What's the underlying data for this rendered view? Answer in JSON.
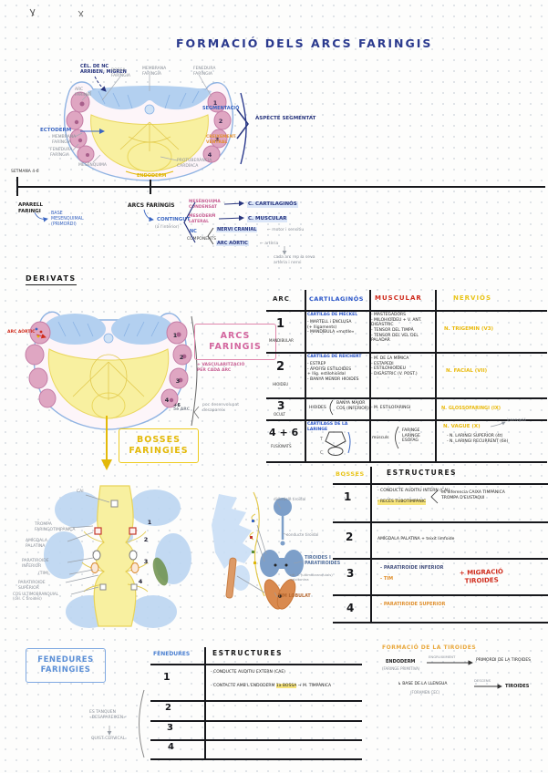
{
  "page": {
    "title": "FORMACIÓ DELS ARCS FARINGIS"
  },
  "colors": {
    "ink_navy": "#28357e",
    "blue": "#3a66c2",
    "pink": "#e087ac",
    "red": "#cf2a1b",
    "yellow": "#dfb70a",
    "orange": "#e0902f",
    "gray": "#878d96",
    "green": "#6c8f4a"
  },
  "top_diagram": {
    "labels": {
      "nc_cells": "CÈL. DE NC\nARRIBEN, MIGREN",
      "bossa": "BOSSA\nFARÍNGIA",
      "membrana_top": "MEMBRANA\nFARÍNGIA",
      "fenedura_top": "FENEDURA\nFARÍNGIA",
      "arc": "ARC\nFARINGI",
      "ectoderm": "ECTODERM",
      "membrana_left": "MEMBRANA\nFARÍNGIA",
      "fenedura_left": "FENEDURA\nFARÍNGIA",
      "mesenquima": "MESÈNQUIMA",
      "protuberancia": "PROTUBERÀNCIA\nCARDÍACA",
      "endoderm": "ENDODERM",
      "setmana": "SETMANA 4-6",
      "segmentacio": "SEGMENTACIÓ",
      "creixement": "CREIXEMENT\nVENTRAL",
      "aspecte": "ASPECTE SEGMENTAT"
    },
    "numbers": [
      "1",
      "2",
      "3",
      "4"
    ]
  },
  "timeline": {
    "left_label": "APARELL\nFARINGI",
    "left_sub": "BASE\nMESENQUIMAL\n(PRIMORDI)",
    "mid_label": "ARCS FARINGIS",
    "mid_sub": "CONTINGUT",
    "mid_sub_note": "(a l'interior)",
    "branch1_src": "MESÈNQUIMA\nCONDENSAT",
    "branch1_dst": "C. CARTILAGINÓS",
    "branch2_src": "MESODERM\nLATERAL",
    "branch2_dst": "C. MUSCULAR",
    "branch3": "NC",
    "branch4": "COMPONENTS",
    "comp1": "NERVI CRANIAL",
    "comp1_note": "← motor i sensitiu",
    "comp2": "ARC AÒRTIC",
    "comp2_note": "← artèria",
    "foot_note": "cada arc rep la seva\nartèria i nervi"
  },
  "derivats": {
    "heading": "DERIVATS"
  },
  "arcs_section": {
    "aorta_label": "ARC AÒRTIC",
    "box_title": "ARCS\nFARINGIS",
    "box_note": "+ VASCULARITZACIÓ\nPER CADA ARC",
    "arc5_head": "5è ARC",
    "arc5_items": "poc desenvolupat\ndesapareix",
    "numbers": [
      "1",
      "2",
      "3",
      "4",
      "+6"
    ],
    "bosses_box": "BOSSES\nFARINGIES"
  },
  "arcs_table": {
    "headers": [
      "ARC",
      "CARTILAGINÓS",
      "MUSCULAR",
      "NERVIÓS"
    ],
    "rows": [
      {
        "num": "1",
        "name": "MANDIBULAR",
        "cart_head": "CARTÍLAG DE MECKEL",
        "cart": "- MARTELL i ENCLUSA\n(+ lligaments)\n- MANDÍBULA «motlle»",
        "musc": "- MASTEGADORS\n- MILOHIOÏDEU + V. ANT. DIGÀSTRIC\n- TENSOR DEL TIMPÀ\n- TENSOR DEL VEL DEL PALADAR",
        "nerv": "N. TRIGEMIN (V3)"
      },
      {
        "num": "2",
        "name": "HIOIDEU",
        "cart_head": "CARTÍLAG DE REICHERT",
        "cart": "- ESTREP\n- APÒFISI ESTILOIDES\n+ llig. estilohioïdal\n- BANYA MENOR HIOIDES",
        "musc": "- M. DE LA MÍMICA\n- ESTAPEDI\n- ESTILOHIOÏDEU\n- DIGÀSTRIC (V. POST.)",
        "nerv": "N. FACIAL (VII)"
      },
      {
        "num": "3",
        "name": "OCULT",
        "cart_lead": "HIOIDES",
        "cart_brace": "BANYA MAJOR\nCOS (INFERIOR)",
        "musc": "- M. ESTILOFARINGI",
        "nerv": "N. GLOSSOFARINGI (IX)"
      },
      {
        "num": "4 + 6",
        "name": "FUSIONATS",
        "cart_head": "CARTÍLAGS DE LA LARINGE",
        "larynx_t": "T",
        "larynx_c": "C",
        "musc_lead": "músculs",
        "musc_brace": "FARINGE\nLARINGE\nESÒFAG",
        "nerv": "N. VAGUE (X)",
        "nerv_items": "- N. LARINGI SUPERIOR (4t)\n- N. LARINGI RECURRENT (6è)",
        "nerv_note": "innervació"
      }
    ]
  },
  "bosses_table": {
    "headers": [
      "BOSSES",
      "ESTRUCTURES"
    ],
    "numbers": [
      "1",
      "2",
      "3",
      "4"
    ],
    "row1_item1": "- CONDUCTE AUDITIU INTERN (CAI)",
    "row1_item2": "- RECÉS TUBOTIMPÀNIC",
    "row1_brace": "es diferencia CAIXA TIMPÀNICA\nTROMPA D'EUSTAQUI",
    "row2_item": "AMÍGDALA PALATINA + teixit limfoide",
    "row3_item1": "- PARATIROIDE INFERIOR",
    "row3_item2": "- TIM",
    "row3_note": "+ MIGRACIÓ\nTIROIDES",
    "row4_item": "- PARATIROIDE SUPERIOR"
  },
  "pouch_diagram": {
    "labels": {
      "cai": "CAI",
      "trompa": "TROMPA\nFARINGOTIMPÀNICA",
      "amigdala": "AMÍGDALA\nPALATINA",
      "parat_inf": "PARATIROIDE\nINFERIOR",
      "tim": "(TIM)",
      "parat_sup": "PARATIROIDE\nSUPERIOR",
      "cos": "COS ULTIMOBRANQUIAL\n(cèl. C tiroides)"
    },
    "numbers": [
      "1",
      "2",
      "3",
      "4"
    ]
  },
  "thyroid_diagram": {
    "labels": {
      "diverticle": "diverticle tiroïdal",
      "conducte": "conducte tiroïdal",
      "tiroides": "TIROIDES I\nPARATIROIDES",
      "cel_c": "cèl. C (ultimobranquials)\ncalcitonina",
      "tim": "TIM LOBULAT"
    }
  },
  "fenedures": {
    "box": "FENEDURES\nFARINGIES",
    "headers": [
      "FENEDURES",
      "ESTRUCTURES"
    ],
    "numbers": [
      "1",
      "2",
      "3",
      "4"
    ],
    "row1_item1": "- CONDUCTE AUDITIU EXTERN (CAE)",
    "row1_item2_pre": "- CONTACTE AMB L'ENDODERM ",
    "row1_item2_hl": "1a BOSSA",
    "row1_item2_post": " → M. TIMPÀNICA",
    "side_note": "ES TANQUEN\n«DESAPAREIXEN»",
    "side_result": "QUIST CERVICAL"
  },
  "tiroides_flow": {
    "heading": "FORMACIÓ DE LA TIROIDES",
    "src": "ENDODERM",
    "src_sub": "(FARINGE PRIMITIVA)",
    "arrow1_label": "ENGRUIXIMENT",
    "dst1": "PRIMORDI DE LA TIROIDES",
    "step2": "↳ BASE DE LA LLENGUA",
    "step2_sub": "(FORAMEN CEC)",
    "arrow2_label": "DESCENS",
    "dst2": "TIROIDES"
  }
}
